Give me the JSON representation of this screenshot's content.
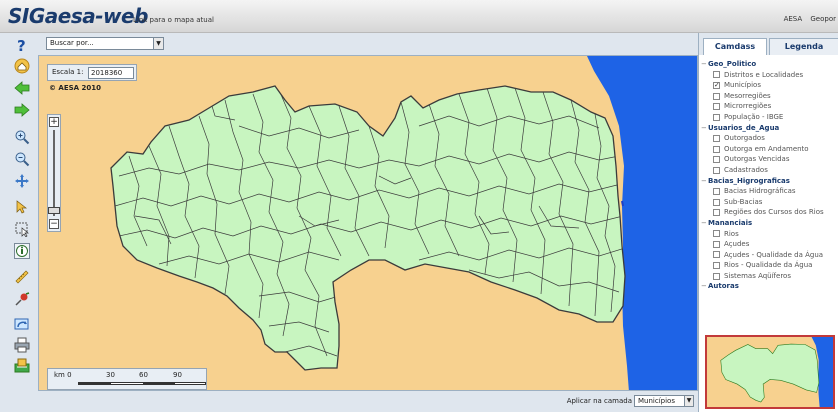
{
  "header": {
    "app_title": "SIGaesa-web",
    "link_label": "Link para o mapa atual",
    "right_links": [
      "AESA",
      "Geopor"
    ]
  },
  "search": {
    "value": "Buscar por..."
  },
  "map": {
    "escala_label": "Escala 1:",
    "escala_value": "2018360",
    "copyright": "© AESA 2010",
    "scale_labels": [
      "km 0",
      "30",
      "60",
      "90"
    ],
    "colors": {
      "land": "#c8f5c0",
      "outside": "#f7d18f",
      "sea": "#1e63e6",
      "border": "#3b3b3b"
    }
  },
  "bottom": {
    "aplicar_label": "Aplicar na camada",
    "aplicar_value": "Municípios"
  },
  "panel": {
    "tabs": [
      "Camdass",
      "Legenda"
    ],
    "groups": [
      {
        "name": "Geo_Politico",
        "items": [
          {
            "label": "Distritos e Localidades",
            "checked": false
          },
          {
            "label": "Municípios",
            "checked": true
          },
          {
            "label": "Mesorregiões",
            "checked": false
          },
          {
            "label": "Microrregiões",
            "checked": false
          },
          {
            "label": "População - IBGE",
            "checked": false
          }
        ]
      },
      {
        "name": "Usuarios_de_Agua",
        "items": [
          {
            "label": "Outorgados",
            "checked": false
          },
          {
            "label": "Outorga em Andamento",
            "checked": false
          },
          {
            "label": "Outorgas Vencidas",
            "checked": false
          },
          {
            "label": "Cadastrados",
            "checked": false
          }
        ]
      },
      {
        "name": "Bacias_Higrograficas",
        "items": [
          {
            "label": "Bacias Hidrográficas",
            "checked": false
          },
          {
            "label": "Sub-Bacias",
            "checked": false
          },
          {
            "label": "Regiões dos Cursos dos Rios",
            "checked": false
          }
        ]
      },
      {
        "name": "Mananciais",
        "items": [
          {
            "label": "Rios",
            "checked": false
          },
          {
            "label": "Açudes",
            "checked": false
          },
          {
            "label": "Açudes - Qualidade da Água",
            "checked": false
          },
          {
            "label": "Rios - Qualidade da Água",
            "checked": false
          },
          {
            "label": "Sistemas Aqüíferos",
            "checked": false
          }
        ]
      },
      {
        "name": "Autoras",
        "items": []
      }
    ]
  },
  "tools": [
    "help-icon",
    "home-icon",
    "back-arrow-icon",
    "forward-arrow-icon",
    "zoom-in-icon",
    "zoom-out-icon",
    "pan-icon",
    "identify-icon",
    "select-box-icon",
    "info-icon",
    "measure-icon",
    "pin-icon",
    "refresh-icon",
    "print-icon",
    "export-icon"
  ]
}
